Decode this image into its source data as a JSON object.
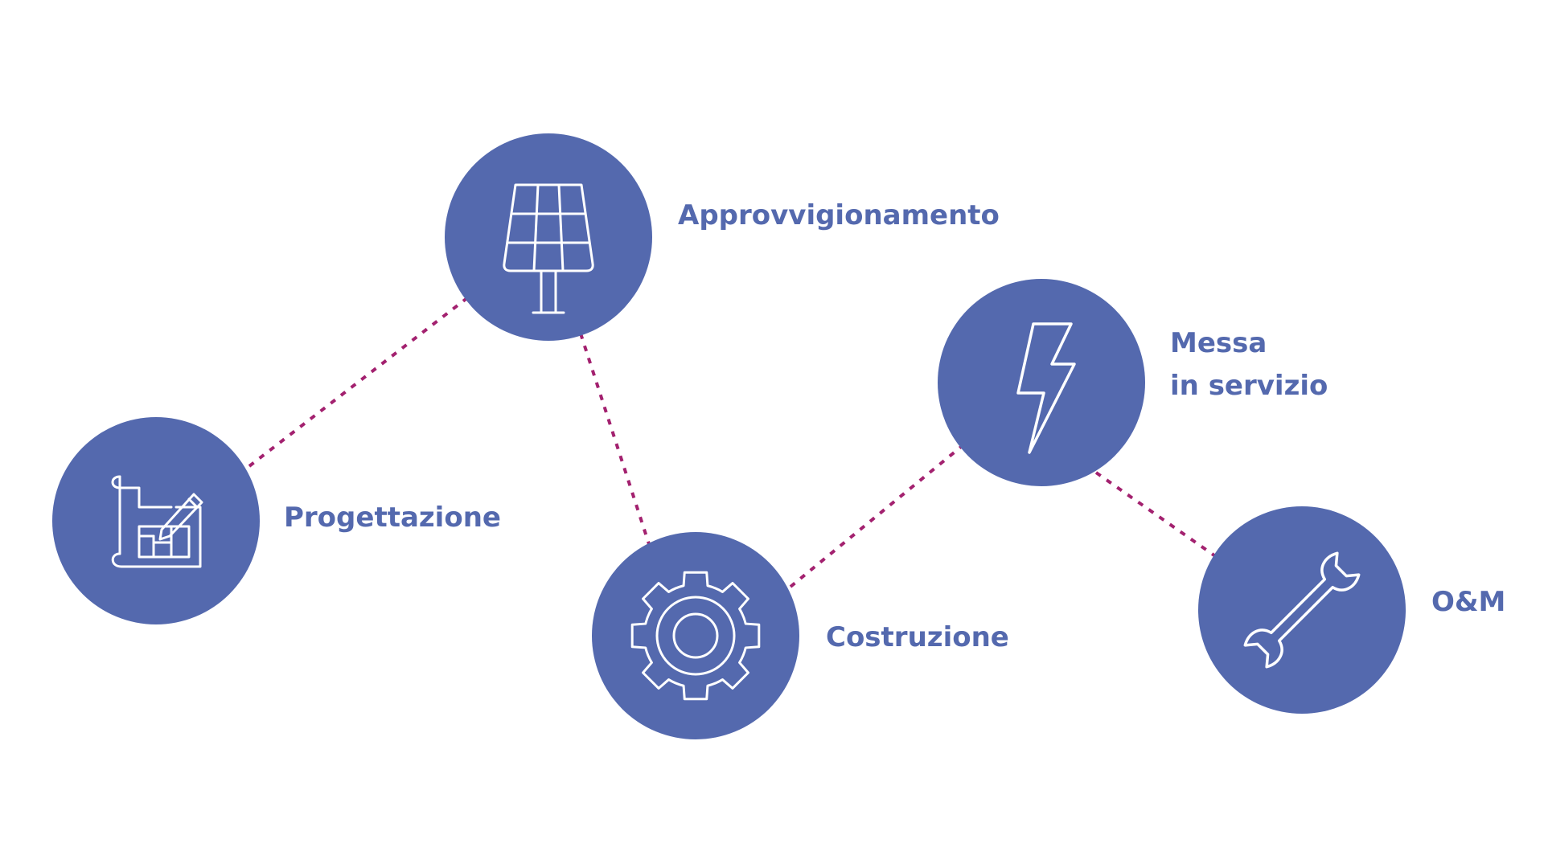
{
  "colors": {
    "node_fill": "#5469ae",
    "label_text": "#5469ae",
    "connector": "#a3216f",
    "icon_stroke": "#ffffff",
    "background": "#ffffff"
  },
  "steps": [
    {
      "id": "progettazione",
      "icon": "blueprint-pencil-icon",
      "label_lines": [
        "Progettazione"
      ]
    },
    {
      "id": "approvvigionamento",
      "icon": "solar-panel-icon",
      "label_lines": [
        "Approvvigionamento"
      ]
    },
    {
      "id": "costruzione",
      "icon": "gear-icon",
      "label_lines": [
        "Costruzione"
      ]
    },
    {
      "id": "messa",
      "icon": "lightning-bolt-icon",
      "label_lines": [
        "Messa",
        "in servizio"
      ]
    },
    {
      "id": "om",
      "icon": "wrench-icon",
      "label_lines": [
        "O&M"
      ]
    }
  ],
  "connections": [
    [
      "progettazione",
      "approvvigionamento"
    ],
    [
      "approvvigionamento",
      "costruzione"
    ],
    [
      "costruzione",
      "messa"
    ],
    [
      "messa",
      "om"
    ]
  ]
}
